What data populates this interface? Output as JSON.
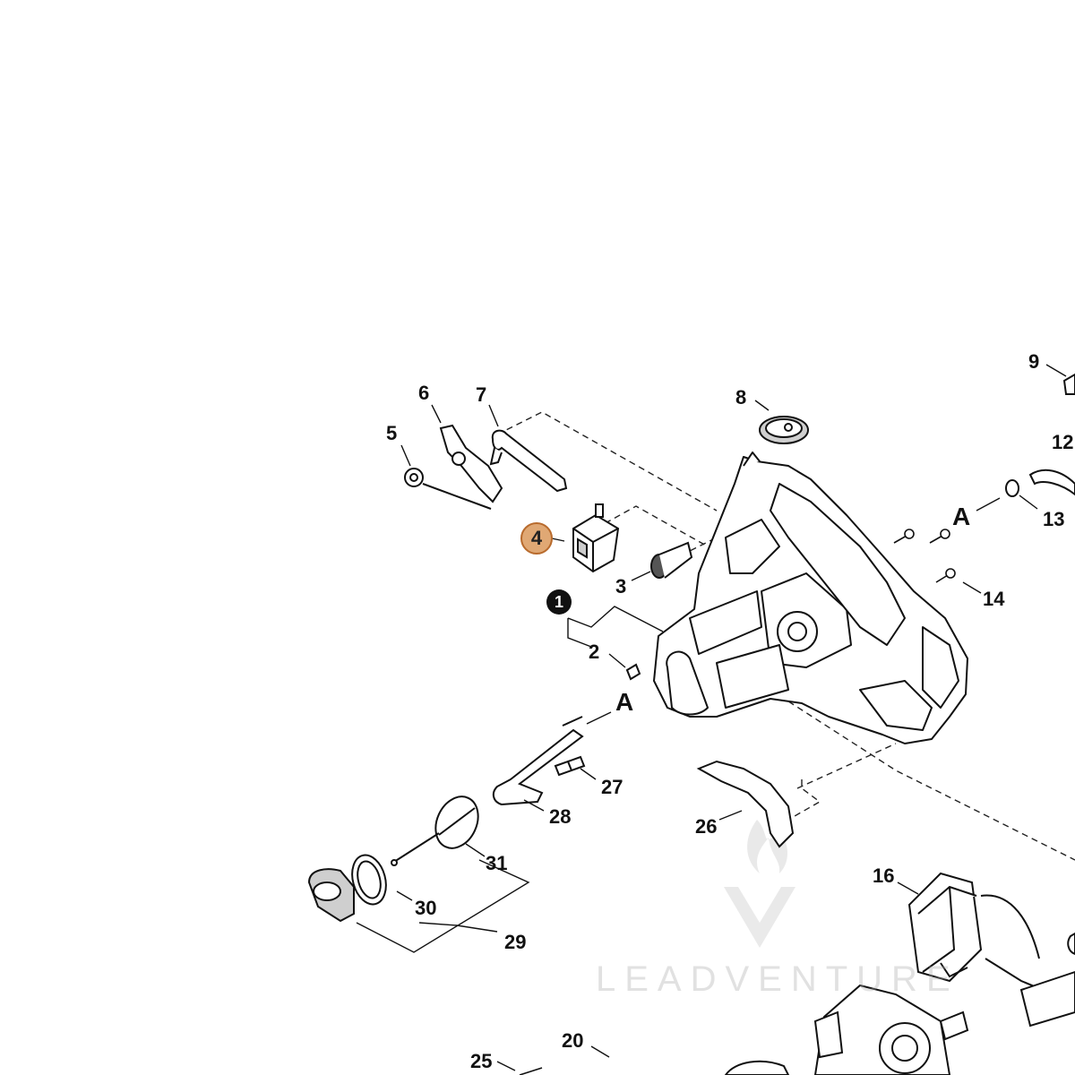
{
  "diagram": {
    "highlighted_part": "4",
    "assembly_marker": "1",
    "connection_letter": "A",
    "highlight_color": "#e0a874",
    "highlight_border": "#b86a2c",
    "callouts": {
      "c2": "2",
      "c3": "3",
      "c5": "5",
      "c6": "6",
      "c7": "7",
      "c8": "8",
      "c9": "9",
      "c12": "12",
      "c13": "13",
      "c14": "14",
      "c16": "16",
      "c20": "20",
      "c25": "25",
      "c26": "26",
      "c27": "27",
      "c28": "28",
      "c29": "29",
      "c30": "30",
      "c31": "31"
    }
  },
  "watermark": {
    "text": "LEADVENTURE",
    "logo_icon": "flame-v-logo"
  }
}
